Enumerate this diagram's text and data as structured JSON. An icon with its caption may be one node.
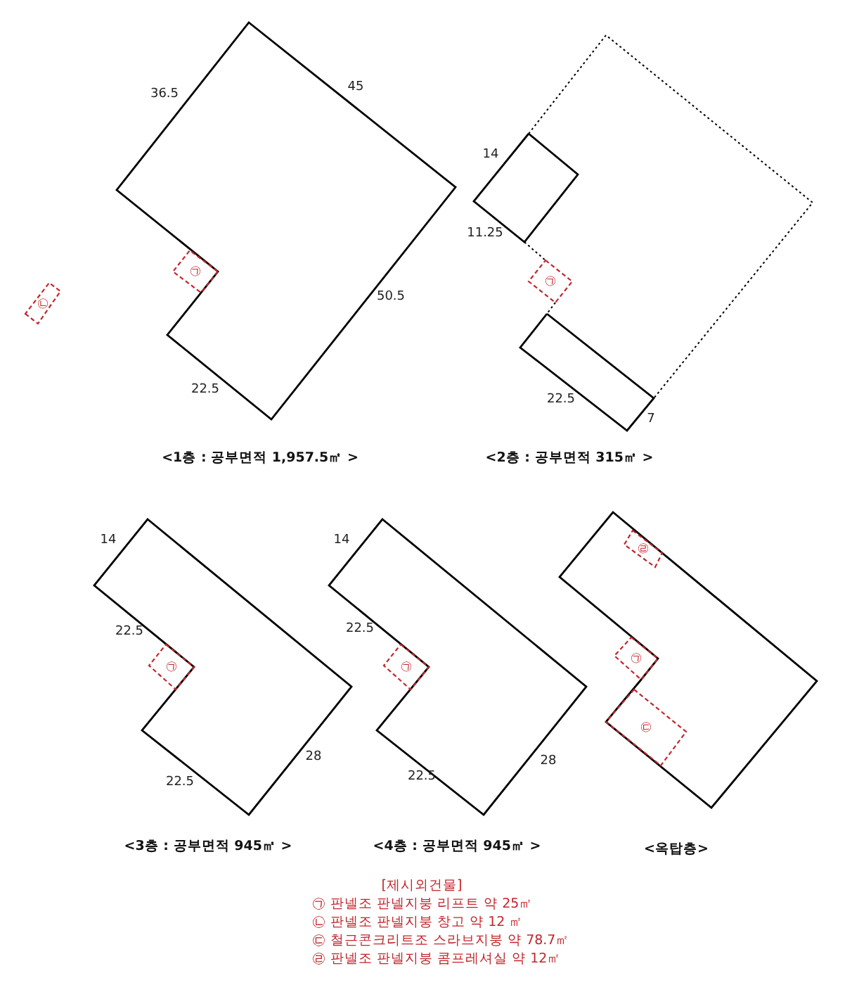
{
  "diagram": {
    "nodes": [
      {
        "text": [
          "㉠"
        ]
      },
      {
        "text": [
          "㉡"
        ]
      },
      {
        "text": [
          "㉠"
        ]
      },
      {
        "text": [
          "㉠"
        ]
      },
      {
        "text": [
          "㉠"
        ]
      },
      {
        "text": [
          "㉣"
        ]
      },
      {
        "text": [
          "㉠"
        ]
      },
      {
        "text": [
          "㉢"
        ]
      }
    ],
    "edges": [],
    "labels": [
      "36.5",
      "45",
      "50.5",
      "22.5",
      "<1층 : 공부면적 1,957.5㎡ >",
      "14",
      "11.25",
      "22.5",
      "7",
      "<2층 : 공부면적 315㎡ >",
      "14",
      "22.5",
      "28",
      "22.5",
      "<3층 : 공부면적 945㎡ >",
      "14",
      "22.5",
      "22.5",
      "28",
      "<4층 : 공부면적 945㎡ >",
      "<옥탑층>",
      "[제시외건물]",
      "㉠ 판넬조 판넬지붕 리프트 약 25㎡",
      "㉡ 판넬조 판넬지붕 창고 약 12 ㎡",
      "㉢ 철근콘크리트조 스라브지붕 약 78.7㎡",
      "㉣ 판넬조 판넬지붕 콤프레셔실 약 12㎡"
    ]
  }
}
